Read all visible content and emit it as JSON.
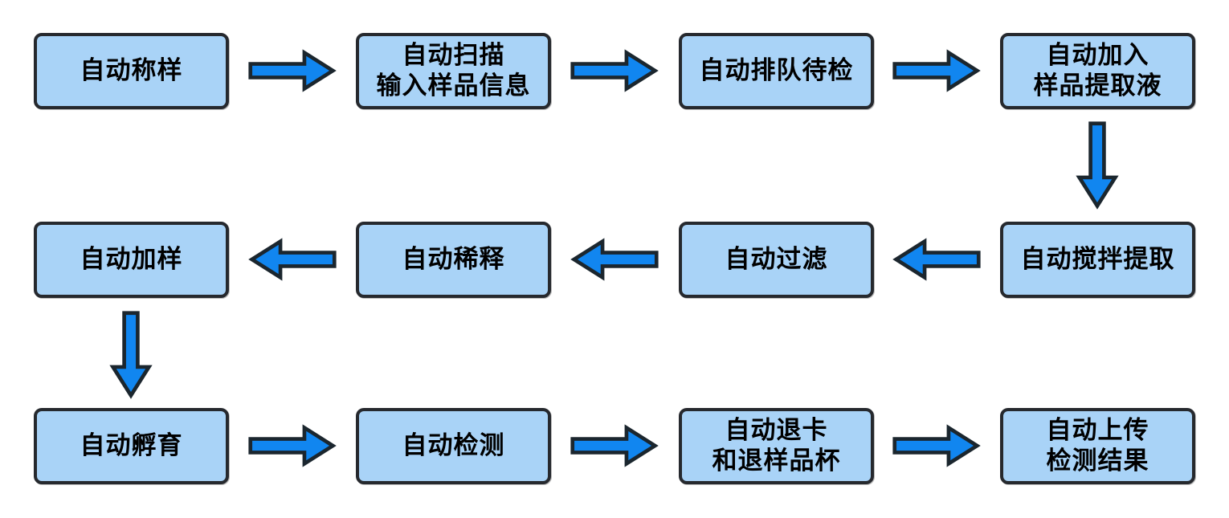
{
  "colors": {
    "box_fill": "#A9D3F7",
    "box_border": "#26292E",
    "arrow_fill": "#1186F0",
    "arrow_outline": "#1B262E",
    "label_text": "#000000",
    "background": "#FFFFFF"
  },
  "flowchart": {
    "type": "process-flow",
    "nodes": [
      {
        "label": "自动称样",
        "row": 1,
        "col": 1
      },
      {
        "label": "自动扫描\n输入样品信息",
        "row": 1,
        "col": 2
      },
      {
        "label": "自动排队待检",
        "row": 1,
        "col": 3
      },
      {
        "label": "自动加入\n样品提取液",
        "row": 1,
        "col": 4
      },
      {
        "label": "自动搅拌提取",
        "row": 2,
        "col": 4
      },
      {
        "label": "自动过滤",
        "row": 2,
        "col": 3
      },
      {
        "label": "自动稀释",
        "row": 2,
        "col": 2
      },
      {
        "label": "自动加样",
        "row": 2,
        "col": 1
      },
      {
        "label": "自动孵育",
        "row": 3,
        "col": 1
      },
      {
        "label": "自动检测",
        "row": 3,
        "col": 2
      },
      {
        "label": "自动退卡\n和退样品杯",
        "row": 3,
        "col": 3
      },
      {
        "label": "自动上传\n检测结果",
        "row": 3,
        "col": 4
      }
    ],
    "connectors": [
      {
        "from": 0,
        "to": 1,
        "direction": "right"
      },
      {
        "from": 1,
        "to": 2,
        "direction": "right"
      },
      {
        "from": 2,
        "to": 3,
        "direction": "right"
      },
      {
        "from": 3,
        "to": 4,
        "direction": "down"
      },
      {
        "from": 4,
        "to": 5,
        "direction": "left"
      },
      {
        "from": 5,
        "to": 6,
        "direction": "left"
      },
      {
        "from": 6,
        "to": 7,
        "direction": "left"
      },
      {
        "from": 7,
        "to": 8,
        "direction": "down"
      },
      {
        "from": 8,
        "to": 9,
        "direction": "right"
      },
      {
        "from": 9,
        "to": 10,
        "direction": "right"
      },
      {
        "from": 10,
        "to": 11,
        "direction": "right"
      }
    ]
  }
}
